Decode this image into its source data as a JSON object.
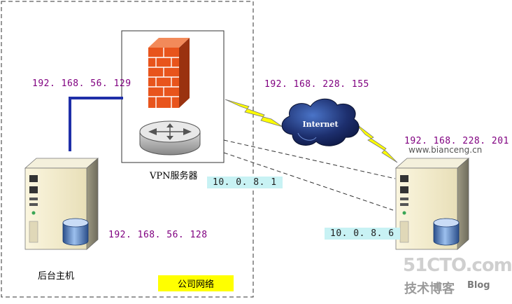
{
  "labels": {
    "ip_vpn_lan": "192. 168. 56. 129",
    "ip_vpn_wan": "192. 168. 228. 155",
    "ip_client_wan": "192. 168. 228. 201",
    "ip_backend": "192. 168. 56. 128",
    "tunnel_server": "10. 0. 8. 1",
    "tunnel_client": "10. 0. 8. 6",
    "vpn_server": "VPN服务器",
    "backend_host": "后台主机",
    "company_network": "公司网络",
    "internet": "Internet"
  },
  "watermark": {
    "site": "www.bianceng.cn",
    "logo": "51CTO.com",
    "tagline": "技术博客",
    "blog": "Blog"
  },
  "colors": {
    "lan_link": "#1f2fa8",
    "ip_text": "#800080",
    "tunnel_bg": "#c8f2f4",
    "company_label_bg": "#ffff00",
    "lightning": "#ffff00",
    "firewall": "#e8541c",
    "cloud": "#1d2f6e"
  }
}
